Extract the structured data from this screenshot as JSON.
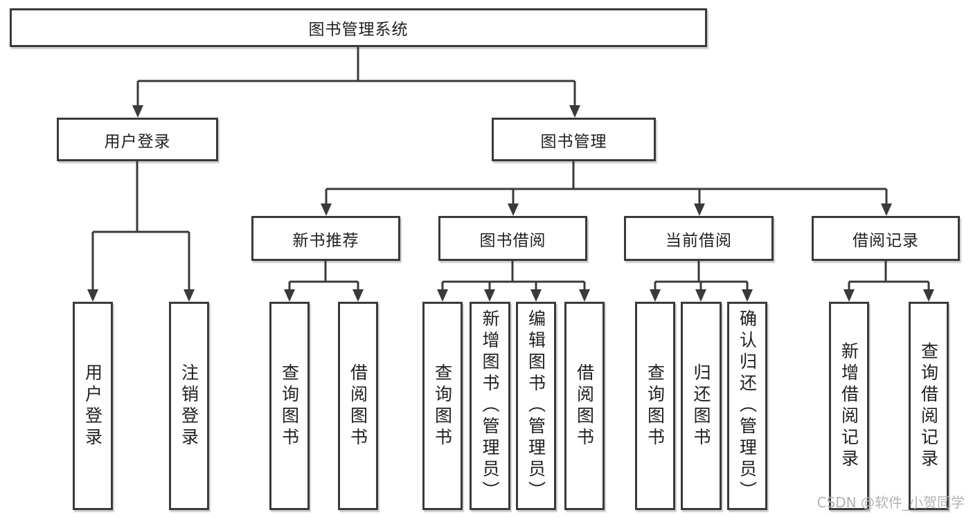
{
  "diagram": {
    "root": {
      "label": "图书管理系统"
    },
    "level2": [
      {
        "label": "用户登录"
      },
      {
        "label": "图书管理"
      }
    ],
    "level3": [
      {
        "label": "新书推荐"
      },
      {
        "label": "图书借阅"
      },
      {
        "label": "当前借阅"
      },
      {
        "label": "借阅记录"
      }
    ],
    "leaves": [
      {
        "label": "用户登录"
      },
      {
        "label": "注销登录"
      },
      {
        "label": "查询图书"
      },
      {
        "label": "借阅图书"
      },
      {
        "label": "查询图书"
      },
      {
        "label": "新增图书（管理员）"
      },
      {
        "label": "编辑图书（管理员）"
      },
      {
        "label": "借阅图书"
      },
      {
        "label": "查询图书"
      },
      {
        "label": "归还图书"
      },
      {
        "label": "确认归还（管理员）"
      },
      {
        "label": "新增借阅记录"
      },
      {
        "label": "查询借阅记录"
      }
    ]
  },
  "watermark": {
    "text": "CSDN @软件_小贺同学"
  },
  "colors": {
    "line": "#3a3a3a",
    "text": "#1f1f1f",
    "background": "#ffffff",
    "watermark": "#b3b3b3"
  }
}
